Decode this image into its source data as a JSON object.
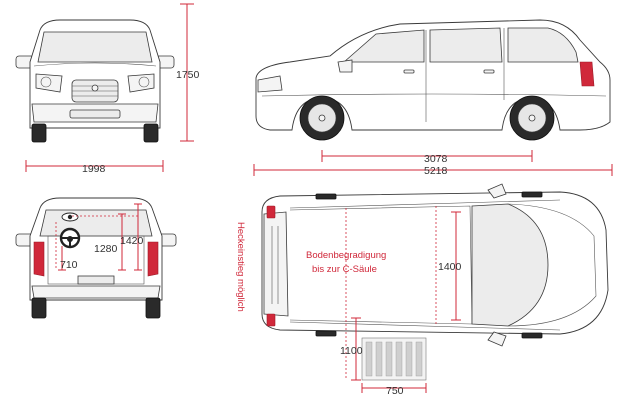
{
  "front_view": {
    "height_value": "1750",
    "width_value": "1998"
  },
  "side_view": {
    "wheelbase_value": "3078",
    "length_value": "5218"
  },
  "rear_view": {
    "value_1420": "1420",
    "value_1280": "1280",
    "value_710": "710"
  },
  "top_view": {
    "vertical_label": "Heckeinstieg möglich",
    "floor_lowering_line1": "Bodenbegradigung",
    "floor_lowering_line2": "bis zur C-Säule",
    "interior_height_value": "1400",
    "ramp_length_value": "1100",
    "ramp_width_value": "750"
  },
  "colors": {
    "dimension_red": "#d0283a",
    "line_dark": "#3a3a3a"
  }
}
